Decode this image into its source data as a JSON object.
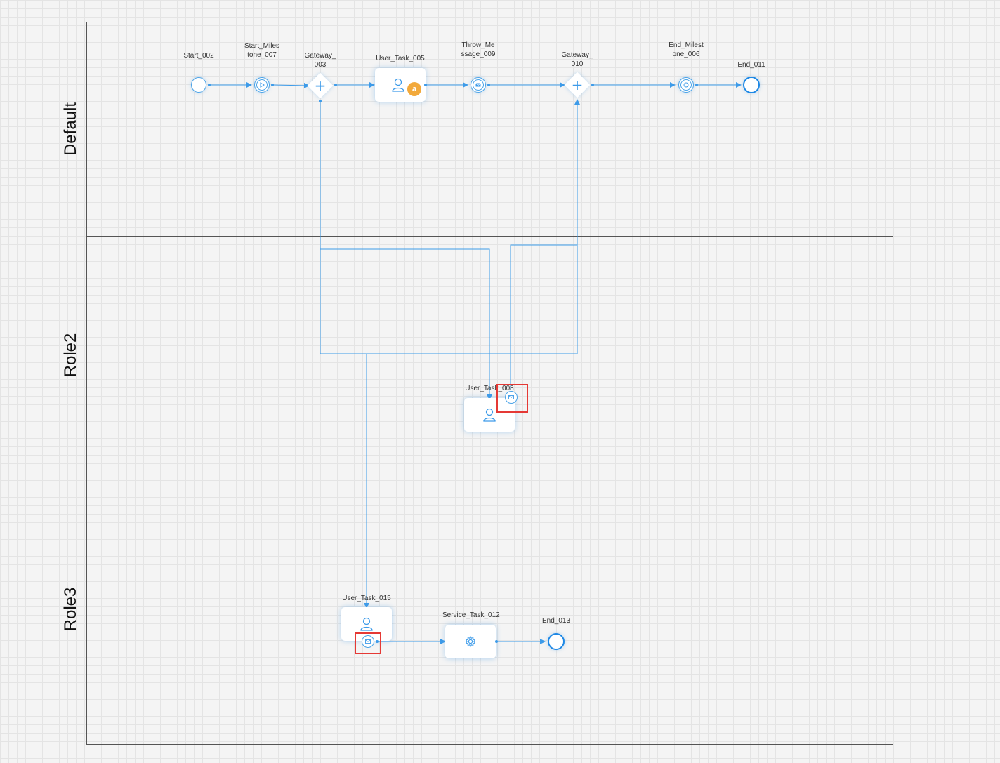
{
  "lanes": [
    {
      "name": "Default"
    },
    {
      "name": "Role2"
    },
    {
      "name": "Role3"
    }
  ],
  "nodes": {
    "start_002": {
      "label": "Start_002",
      "type": "start-event"
    },
    "start_milestone_007": {
      "label": "Start_Milestone_007",
      "type": "start-milestone"
    },
    "gateway_003": {
      "label": "Gateway_003",
      "type": "parallel-gateway"
    },
    "user_task_005": {
      "label": "User_Task_005",
      "type": "user-task",
      "badge": "a"
    },
    "throw_message_009": {
      "label": "Throw_Message_009",
      "type": "message-throw-event"
    },
    "gateway_010": {
      "label": "Gateway_010",
      "type": "parallel-gateway"
    },
    "end_milestone_006": {
      "label": "End_Milestone_006",
      "type": "end-milestone"
    },
    "end_011": {
      "label": "End_011",
      "type": "end-event"
    },
    "user_task_008": {
      "label": "User_Task_008",
      "type": "user-task"
    },
    "user_task_015": {
      "label": "User_Task_015",
      "type": "user-task"
    },
    "service_task_012": {
      "label": "Service_Task_012",
      "type": "service-task"
    },
    "end_013": {
      "label": "End_013",
      "type": "end-event"
    }
  },
  "colors": {
    "flow": "#3d9be9",
    "lane_border": "#555555",
    "highlight": "#e53935",
    "badge": "#f2a93b"
  },
  "icons": {
    "user_task": "user-icon",
    "service_task": "gear-icon",
    "message": "envelope-icon",
    "milestone": "play-icon",
    "gateway": "plus-icon"
  }
}
